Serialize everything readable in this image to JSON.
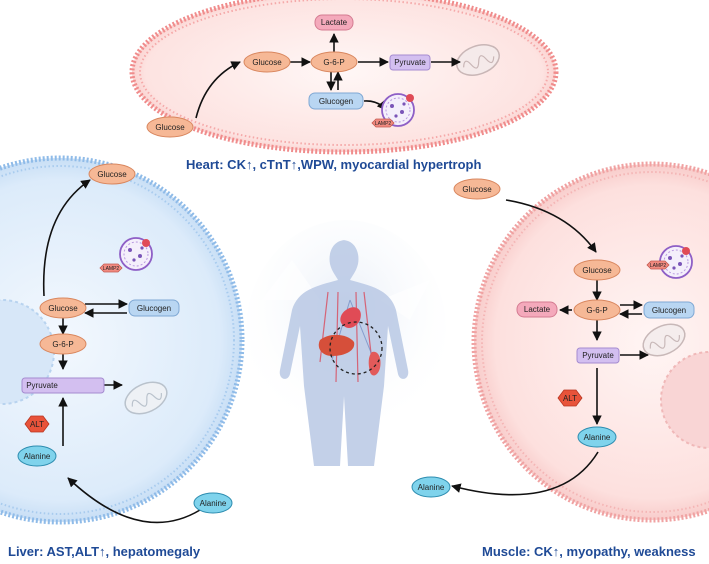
{
  "captions": {
    "heart": "Heart: CK↑, cTnT↑,WPW, myocardial hypertroph",
    "liver": "Liver:  AST,ALT↑, hepatomegaly",
    "muscle": "Muscle: CK↑, myopathy, weakness"
  },
  "heart": {
    "glucose_outside": "Glucose",
    "glucose": "Glucose",
    "g6p": "G-6-P",
    "lactate": "Lactate",
    "pyruvate": "Pyruvate",
    "glycogen": "Glucogen",
    "lamp2": "LAMP2"
  },
  "liver": {
    "glucose_outside": "Glucose",
    "glucose": "Glucose",
    "g6p": "G-6-P",
    "pyruvate": "Pyruvate",
    "glycogen": "Glucogen",
    "lamp2": "LAMP2",
    "alanine": "Alanine",
    "alanine_outside": "Alanine",
    "alt": "ALT"
  },
  "muscle": {
    "glucose_outside": "Glucose",
    "glucose": "Glucose",
    "g6p": "G-6-P",
    "lactate": "Lactate",
    "pyruvate": "Pyruvate",
    "glycogen": "Glucogen",
    "lamp2": "LAMP2",
    "alanine": "Alanine",
    "alanine_outside": "Alanine",
    "alt": "ALT"
  },
  "colors": {
    "heart_cell": "#f7c6c6",
    "liver_cell": "#cfe3f7",
    "muscle_cell": "#f8d2d2",
    "glucose_node": "#f6b896",
    "lactate_node": "#f4a9bb",
    "pyruvate_node": "#d3bff0",
    "glycogen_node": "#b9d6f2",
    "alanine_node": "#7fd3ec",
    "alt_hex": "#e8533a",
    "caption": "#1f4a96"
  }
}
